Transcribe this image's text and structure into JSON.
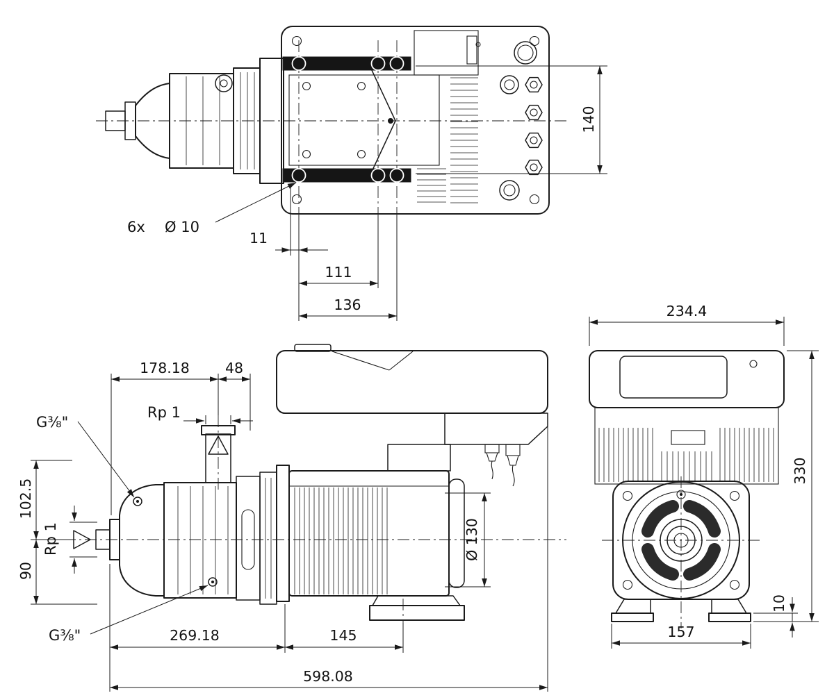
{
  "top_view": {
    "hole_count": "6x",
    "hole_dia": "Ø 10",
    "dim_11": "11",
    "dim_111": "111",
    "dim_136": "136",
    "dim_140": "140"
  },
  "side_view": {
    "dim_178": "178.18",
    "dim_48": "48",
    "vent_port": "G⅜\"",
    "discharge_thread": "Rp 1",
    "dim_102_5": "102.5",
    "suction_thread": "Rp 1",
    "dim_90": "90",
    "drain_port": "G⅜\"",
    "dim_269": "269.18",
    "dim_145": "145",
    "dim_598": "598.08",
    "motor_dia": "Ø 130"
  },
  "front_view": {
    "dim_234": "234.4",
    "dim_330": "330",
    "dim_157": "157",
    "dim_10": "10"
  }
}
